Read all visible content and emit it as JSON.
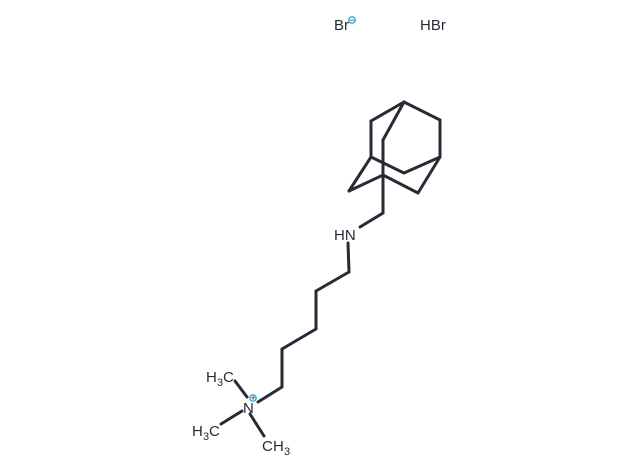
{
  "labels": {
    "bromide": "Br",
    "bromide_charge": "−",
    "hbr": "HBr",
    "amine": "HN",
    "ammonium": "N",
    "ammonium_charge": "+",
    "methyl_h": "H",
    "methyl_c": "C",
    "methyl_sub": "3"
  },
  "colors": {
    "bond": "#262b36",
    "charge_ring": "#2bb3d1",
    "background": "#ffffff"
  }
}
